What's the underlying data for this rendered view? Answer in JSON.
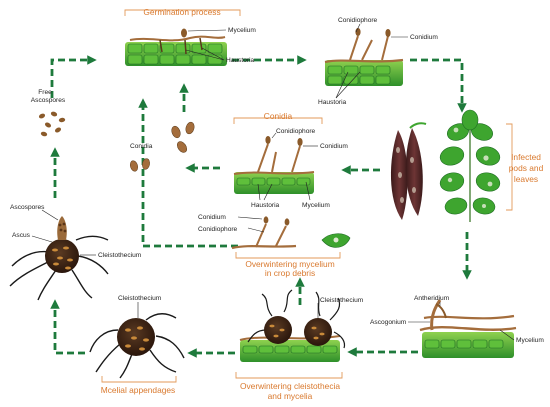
{
  "colors": {
    "arrow": "#1e7a3c",
    "leaf_green": "#3ea52f",
    "mycelium_brown": "#a46d3c",
    "label_orange": "#d9792e"
  },
  "labels": {
    "germination_process": "Germination process",
    "mycelium_top": "Mycelium",
    "haustoria_top": "Haustoria",
    "conidiophore_tr": "Conidiophore",
    "conidium_tr": "Conidium",
    "haustoria_tr": "Haustoria",
    "free_ascospores_1": "Free",
    "free_ascospores_2": "Ascospores",
    "conidia_left": "Conidia",
    "conidia_title": "Conidia",
    "conidiophore_mid": "Conidiophore",
    "conidium_mid": "Conidium",
    "haustoria_mid": "Haustoria",
    "mycelium_mid": "Mycelium",
    "infected_1": "Infected",
    "infected_2": "pods and",
    "infected_3": "leaves",
    "ascospores": "Ascospores",
    "ascus": "Ascus",
    "cleistothecium_left": "Cleistothecium",
    "conidium_low": "Conidium",
    "conidiophore_low": "Conidiophore",
    "overwintering_myc_1": "Overwintering mycelium",
    "overwintering_myc_2": "in crop debris",
    "cleistothecium_mid": "Cleistothecium",
    "cleistothecium_bot": "Cleistothecium",
    "antheridium": "Antheridium",
    "ascogonium": "Ascogonium",
    "mycelium_br": "Mycelium",
    "mcelial_appendages": "Mcelial appendages",
    "overwintering_clei_1": "Overwintering cleistothecia",
    "overwintering_clei_2": "and mycelia"
  }
}
